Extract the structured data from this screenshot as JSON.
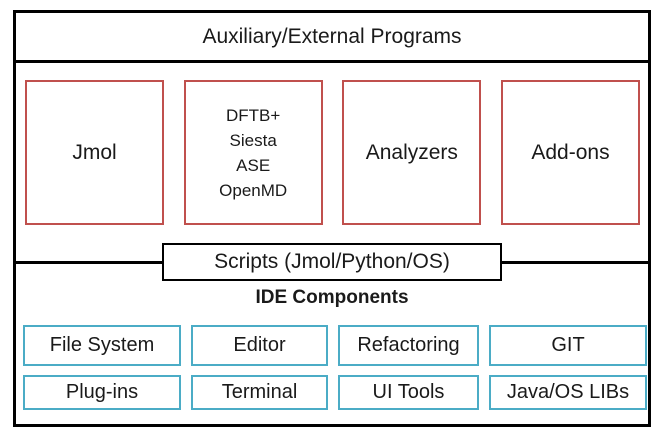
{
  "diagram": {
    "title": "Auxiliary/External Programs",
    "external_programs": {
      "boxes": [
        {
          "label": "Jmol"
        },
        {
          "lines": [
            "DFTB+",
            "Siesta",
            "ASE",
            "OpenMD"
          ]
        },
        {
          "label": "Analyzers"
        },
        {
          "label": "Add-ons"
        }
      ]
    },
    "scripts": {
      "label": "Scripts (Jmol/Python/OS)"
    },
    "ide": {
      "title": "IDE Components",
      "row1": [
        "File System",
        "Editor",
        "Refactoring",
        "GIT"
      ],
      "row2": [
        "Plug-ins",
        "Terminal",
        "UI Tools",
        "Java/OS LIBs"
      ]
    },
    "colors": {
      "frame_border": "#000000",
      "program_box_border": "#c0504d",
      "ide_box_border": "#4bacc6",
      "background": "#ffffff"
    }
  }
}
